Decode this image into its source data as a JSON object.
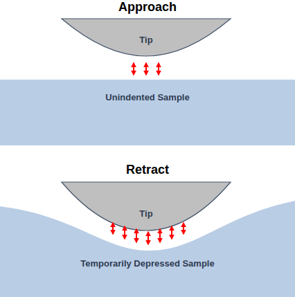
{
  "diagram": {
    "nodes": [
      {
        "text": [
          "Tip"
        ]
      },
      {
        "text": [
          "Unindented Sample"
        ]
      },
      {
        "text": [
          "Tip"
        ]
      },
      {
        "text": [
          "Temporarily Depressed Sample"
        ]
      }
    ],
    "labels": [
      "Approach",
      "Retract"
    ]
  }
}
